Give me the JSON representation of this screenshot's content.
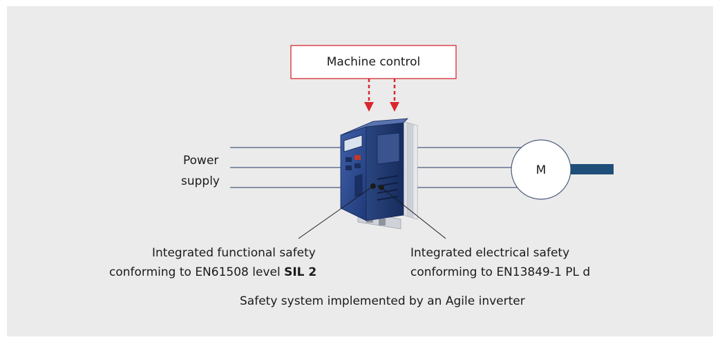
{
  "machine_control": {
    "label": "Machine control"
  },
  "power_supply": {
    "line1": "Power",
    "line2": "supply"
  },
  "motor": {
    "label": "M"
  },
  "functional_safety": {
    "line1": "Integrated functional safety",
    "line2_prefix": "conforming to EN61508 level ",
    "line2_bold": "SIL 2"
  },
  "electrical_safety": {
    "line1": "Integrated electrical safety",
    "line2": "conforming to EN13849-1 PL d"
  },
  "caption": "Safety system implemented by an Agile inverter",
  "colors": {
    "background_panel": "#ebebeb",
    "control_red": "#d7282f",
    "line_blue": "#4a5a7c",
    "shaft_blue": "#1f4e79",
    "inverter_blue": "#2e4a8c"
  }
}
